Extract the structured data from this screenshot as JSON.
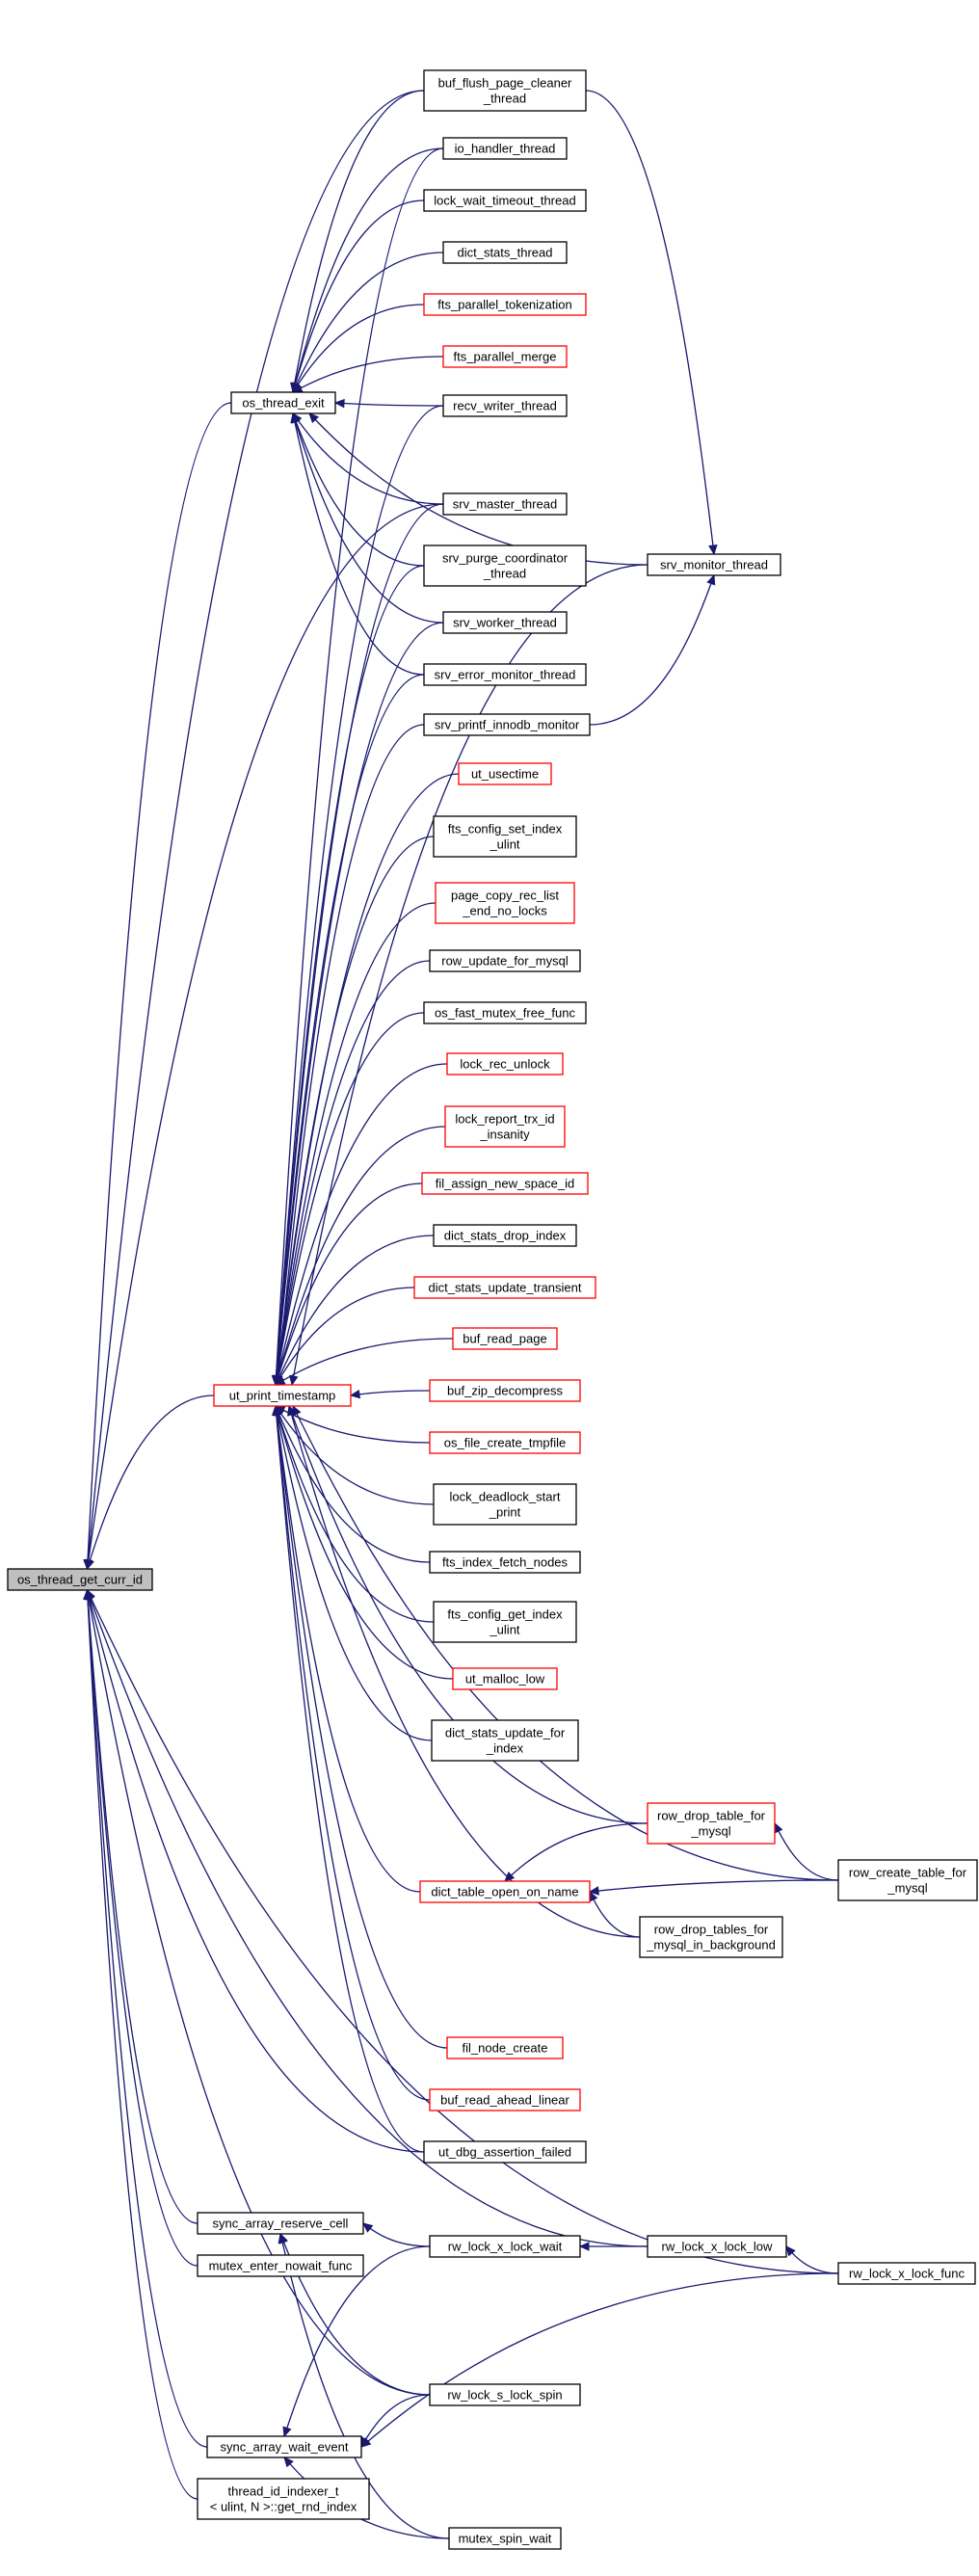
{
  "colors": {
    "edge": "#191970",
    "box_border": "#000000",
    "truncated_box_border": "#ff0000",
    "root_fill": "#bfbfbf",
    "box_fill": "#ffffff"
  },
  "nodes": [
    {
      "id": "root",
      "lines": [
        "os_thread_get_curr_id"
      ],
      "style": "root"
    },
    {
      "id": "exit",
      "lines": [
        "os_thread_exit"
      ],
      "style": "normal"
    },
    {
      "id": "upt",
      "lines": [
        "ut_print_timestamp"
      ],
      "style": "red"
    },
    {
      "id": "sarc",
      "lines": [
        "sync_array_reserve_cell"
      ],
      "style": "normal"
    },
    {
      "id": "menf",
      "lines": [
        "mutex_enter_nowait_func"
      ],
      "style": "normal"
    },
    {
      "id": "sawe",
      "lines": [
        "sync_array_wait_event"
      ],
      "style": "normal"
    },
    {
      "id": "tidx",
      "lines": [
        "thread_id_indexer_t",
        "< ulint, N >::get_rnd_index"
      ],
      "style": "normal"
    },
    {
      "id": "bfpc",
      "lines": [
        "buf_flush_page_cleaner",
        "_thread"
      ],
      "style": "normal"
    },
    {
      "id": "ioh",
      "lines": [
        "io_handler_thread"
      ],
      "style": "normal"
    },
    {
      "id": "lwt",
      "lines": [
        "lock_wait_timeout_thread"
      ],
      "style": "normal"
    },
    {
      "id": "dst",
      "lines": [
        "dict_stats_thread"
      ],
      "style": "normal"
    },
    {
      "id": "fpt",
      "lines": [
        "fts_parallel_tokenization"
      ],
      "style": "red"
    },
    {
      "id": "fpm",
      "lines": [
        "fts_parallel_merge"
      ],
      "style": "red"
    },
    {
      "id": "rwt",
      "lines": [
        "recv_writer_thread"
      ],
      "style": "normal"
    },
    {
      "id": "smt",
      "lines": [
        "srv_master_thread"
      ],
      "style": "normal"
    },
    {
      "id": "spc",
      "lines": [
        "srv_purge_coordinator",
        "_thread"
      ],
      "style": "normal"
    },
    {
      "id": "swt",
      "lines": [
        "srv_worker_thread"
      ],
      "style": "normal"
    },
    {
      "id": "semt",
      "lines": [
        "srv_error_monitor_thread"
      ],
      "style": "normal"
    },
    {
      "id": "spim",
      "lines": [
        "srv_printf_innodb_monitor"
      ],
      "style": "normal"
    },
    {
      "id": "smon",
      "lines": [
        "srv_monitor_thread"
      ],
      "style": "normal"
    },
    {
      "id": "uus",
      "lines": [
        "ut_usectime"
      ],
      "style": "red"
    },
    {
      "id": "fcsi",
      "lines": [
        "fts_config_set_index",
        "_ulint"
      ],
      "style": "normal"
    },
    {
      "id": "pcrl",
      "lines": [
        "page_copy_rec_list",
        "_end_no_locks"
      ],
      "style": "red"
    },
    {
      "id": "rufm",
      "lines": [
        "row_update_for_mysql"
      ],
      "style": "normal"
    },
    {
      "id": "ofmf",
      "lines": [
        "os_fast_mutex_free_func"
      ],
      "style": "normal"
    },
    {
      "id": "lru",
      "lines": [
        "lock_rec_unlock"
      ],
      "style": "red"
    },
    {
      "id": "lrti",
      "lines": [
        "lock_report_trx_id",
        "_insanity"
      ],
      "style": "red"
    },
    {
      "id": "fans",
      "lines": [
        "fil_assign_new_space_id"
      ],
      "style": "red"
    },
    {
      "id": "dsdi",
      "lines": [
        "dict_stats_drop_index"
      ],
      "style": "normal"
    },
    {
      "id": "dsut",
      "lines": [
        "dict_stats_update_transient"
      ],
      "style": "red"
    },
    {
      "id": "brp",
      "lines": [
        "buf_read_page"
      ],
      "style": "red"
    },
    {
      "id": "bzd",
      "lines": [
        "buf_zip_decompress"
      ],
      "style": "red"
    },
    {
      "id": "ofct",
      "lines": [
        "os_file_create_tmpfile"
      ],
      "style": "red"
    },
    {
      "id": "ldsp",
      "lines": [
        "lock_deadlock_start",
        "_print"
      ],
      "style": "normal"
    },
    {
      "id": "fifn",
      "lines": [
        "fts_index_fetch_nodes"
      ],
      "style": "normal"
    },
    {
      "id": "fcgi",
      "lines": [
        "fts_config_get_index",
        "_ulint"
      ],
      "style": "normal"
    },
    {
      "id": "uml",
      "lines": [
        "ut_malloc_low"
      ],
      "style": "red"
    },
    {
      "id": "dsuf",
      "lines": [
        "dict_stats_update_for",
        "_index"
      ],
      "style": "normal"
    },
    {
      "id": "rdtf",
      "lines": [
        "row_drop_table_for",
        "_mysql"
      ],
      "style": "red"
    },
    {
      "id": "dton",
      "lines": [
        "dict_table_open_on_name"
      ],
      "style": "red"
    },
    {
      "id": "rctf",
      "lines": [
        "row_create_table_for",
        "_mysql"
      ],
      "style": "normal"
    },
    {
      "id": "rdtb",
      "lines": [
        "row_drop_tables_for",
        "_mysql_in_background"
      ],
      "style": "normal"
    },
    {
      "id": "fnc",
      "lines": [
        "fil_node_create"
      ],
      "style": "red"
    },
    {
      "id": "bral",
      "lines": [
        "buf_read_ahead_linear"
      ],
      "style": "red"
    },
    {
      "id": "udaf",
      "lines": [
        "ut_dbg_assertion_failed"
      ],
      "style": "normal"
    },
    {
      "id": "rwxw",
      "lines": [
        "rw_lock_x_lock_wait"
      ],
      "style": "normal"
    },
    {
      "id": "rwxl",
      "lines": [
        "rw_lock_x_lock_low"
      ],
      "style": "normal"
    },
    {
      "id": "rwxf",
      "lines": [
        "rw_lock_x_lock_func"
      ],
      "style": "normal"
    },
    {
      "id": "rwss",
      "lines": [
        "rw_lock_s_lock_spin"
      ],
      "style": "normal"
    },
    {
      "id": "msw",
      "lines": [
        "mutex_spin_wait"
      ],
      "style": "normal"
    }
  ]
}
